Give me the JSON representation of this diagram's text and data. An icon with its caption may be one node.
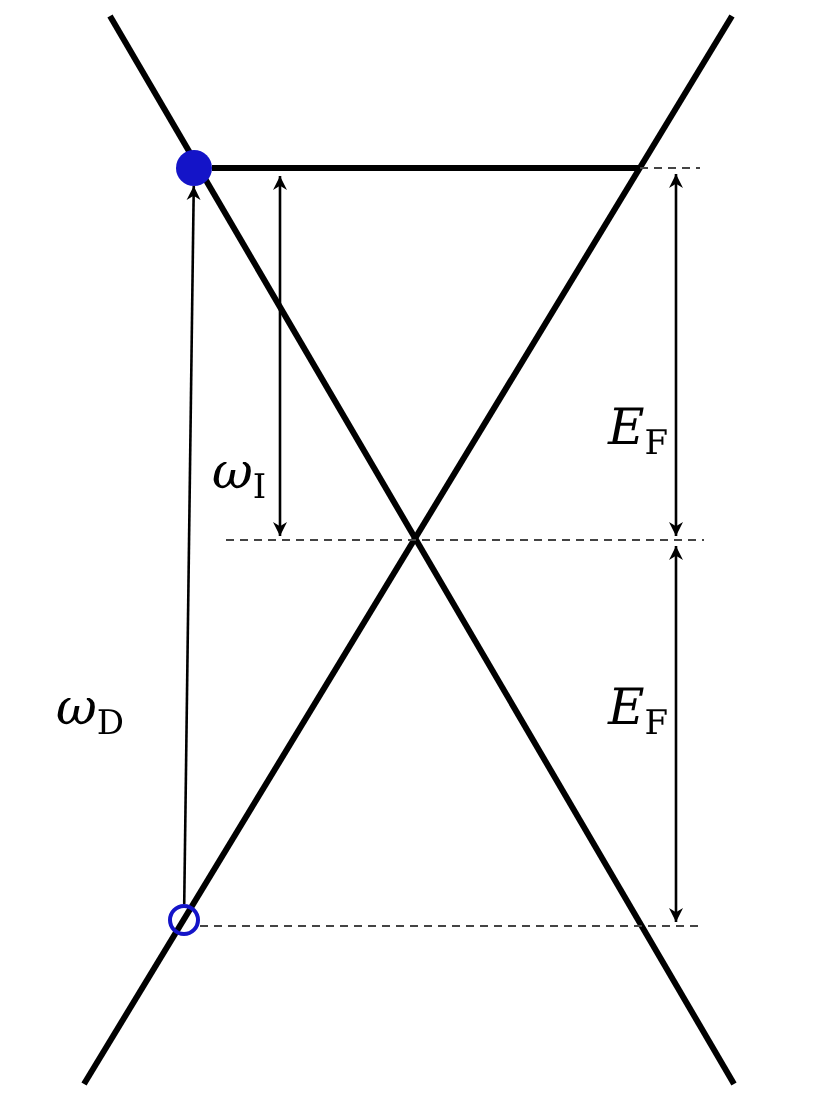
{
  "diagram": {
    "nodes": [
      {
        "text": [],
        "shape": "circle"
      },
      {
        "text": [],
        "shape": "circle"
      }
    ],
    "edges": [
      {
        "from": 1,
        "to": 0,
        "arrow": "to",
        "label": "*ω*$_{D}$"
      },
      {
        "from": 0,
        "to": null,
        "arrow": "none",
        "style": "thick"
      }
    ],
    "labels": [
      "*ω*$_{I}$",
      "*E*$_{F}$",
      "*E*$_{F}$"
    ]
  }
}
